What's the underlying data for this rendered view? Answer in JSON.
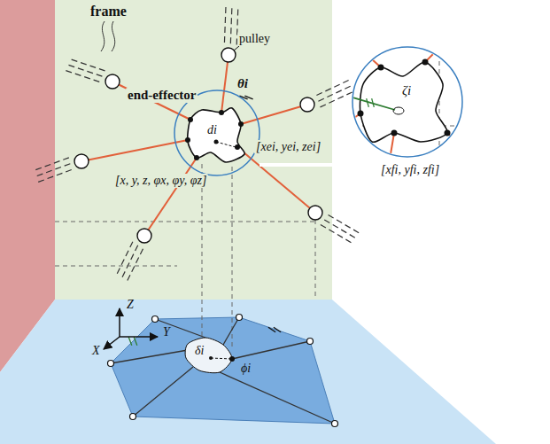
{
  "diagram": {
    "labels": [
      "frame",
      "pulley",
      "end-effector",
      "θi",
      "di",
      "[xei, yei, zei]",
      "[x, y, z, φx, φy, φz]",
      "[xfi, yfi, zfi]",
      "ζi",
      "δi",
      "ϕi",
      "Z",
      "Y",
      "X"
    ]
  }
}
